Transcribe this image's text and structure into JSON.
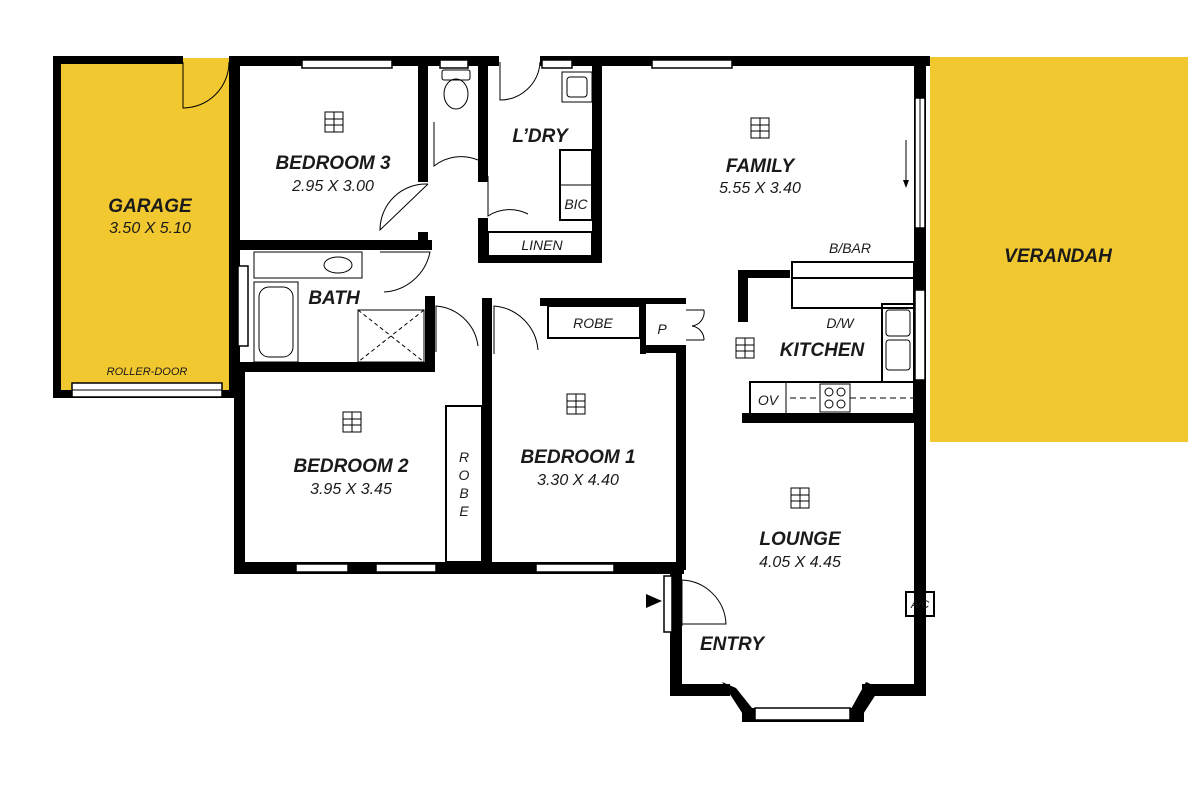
{
  "colors": {
    "outdoor_fill": "#F2C830",
    "wall": "#000000",
    "background": "#FFFFFF"
  },
  "rooms": {
    "garage": {
      "name": "GARAGE",
      "dims": "3.50 X 5.10"
    },
    "bedroom3": {
      "name": "BEDROOM 3",
      "dims": "2.95 X 3.00"
    },
    "laundry": {
      "name": "L’DRY"
    },
    "family": {
      "name": "FAMILY",
      "dims": "5.55 X 3.40"
    },
    "verandah": {
      "name": "VERANDAH"
    },
    "bath": {
      "name": "BATH"
    },
    "kitchen": {
      "name": "KITCHEN"
    },
    "bedroom2": {
      "name": "BEDROOM 2",
      "dims": "3.95 X 3.45"
    },
    "bedroom1": {
      "name": "BEDROOM 1",
      "dims": "3.30 X 4.40"
    },
    "lounge": {
      "name": "LOUNGE",
      "dims": "4.05 X 4.45"
    },
    "entry": {
      "name": "ENTRY"
    }
  },
  "labels": {
    "roller_door": "ROLLER-DOOR",
    "bic": "BIC",
    "linen": "LINEN",
    "bbar": "B/BAR",
    "robe1": "ROBE",
    "robe2_letters": [
      "R",
      "O",
      "B",
      "E"
    ],
    "pantry": "P",
    "dw": "D/W",
    "oven": "OV",
    "ac": "A/C"
  },
  "icons": [
    "light-icon",
    "entry-arrow-icon",
    "door-swing-icon",
    "toilet-icon",
    "sink-icon",
    "cooktop-icon",
    "bathtub-icon",
    "shower-icon"
  ]
}
